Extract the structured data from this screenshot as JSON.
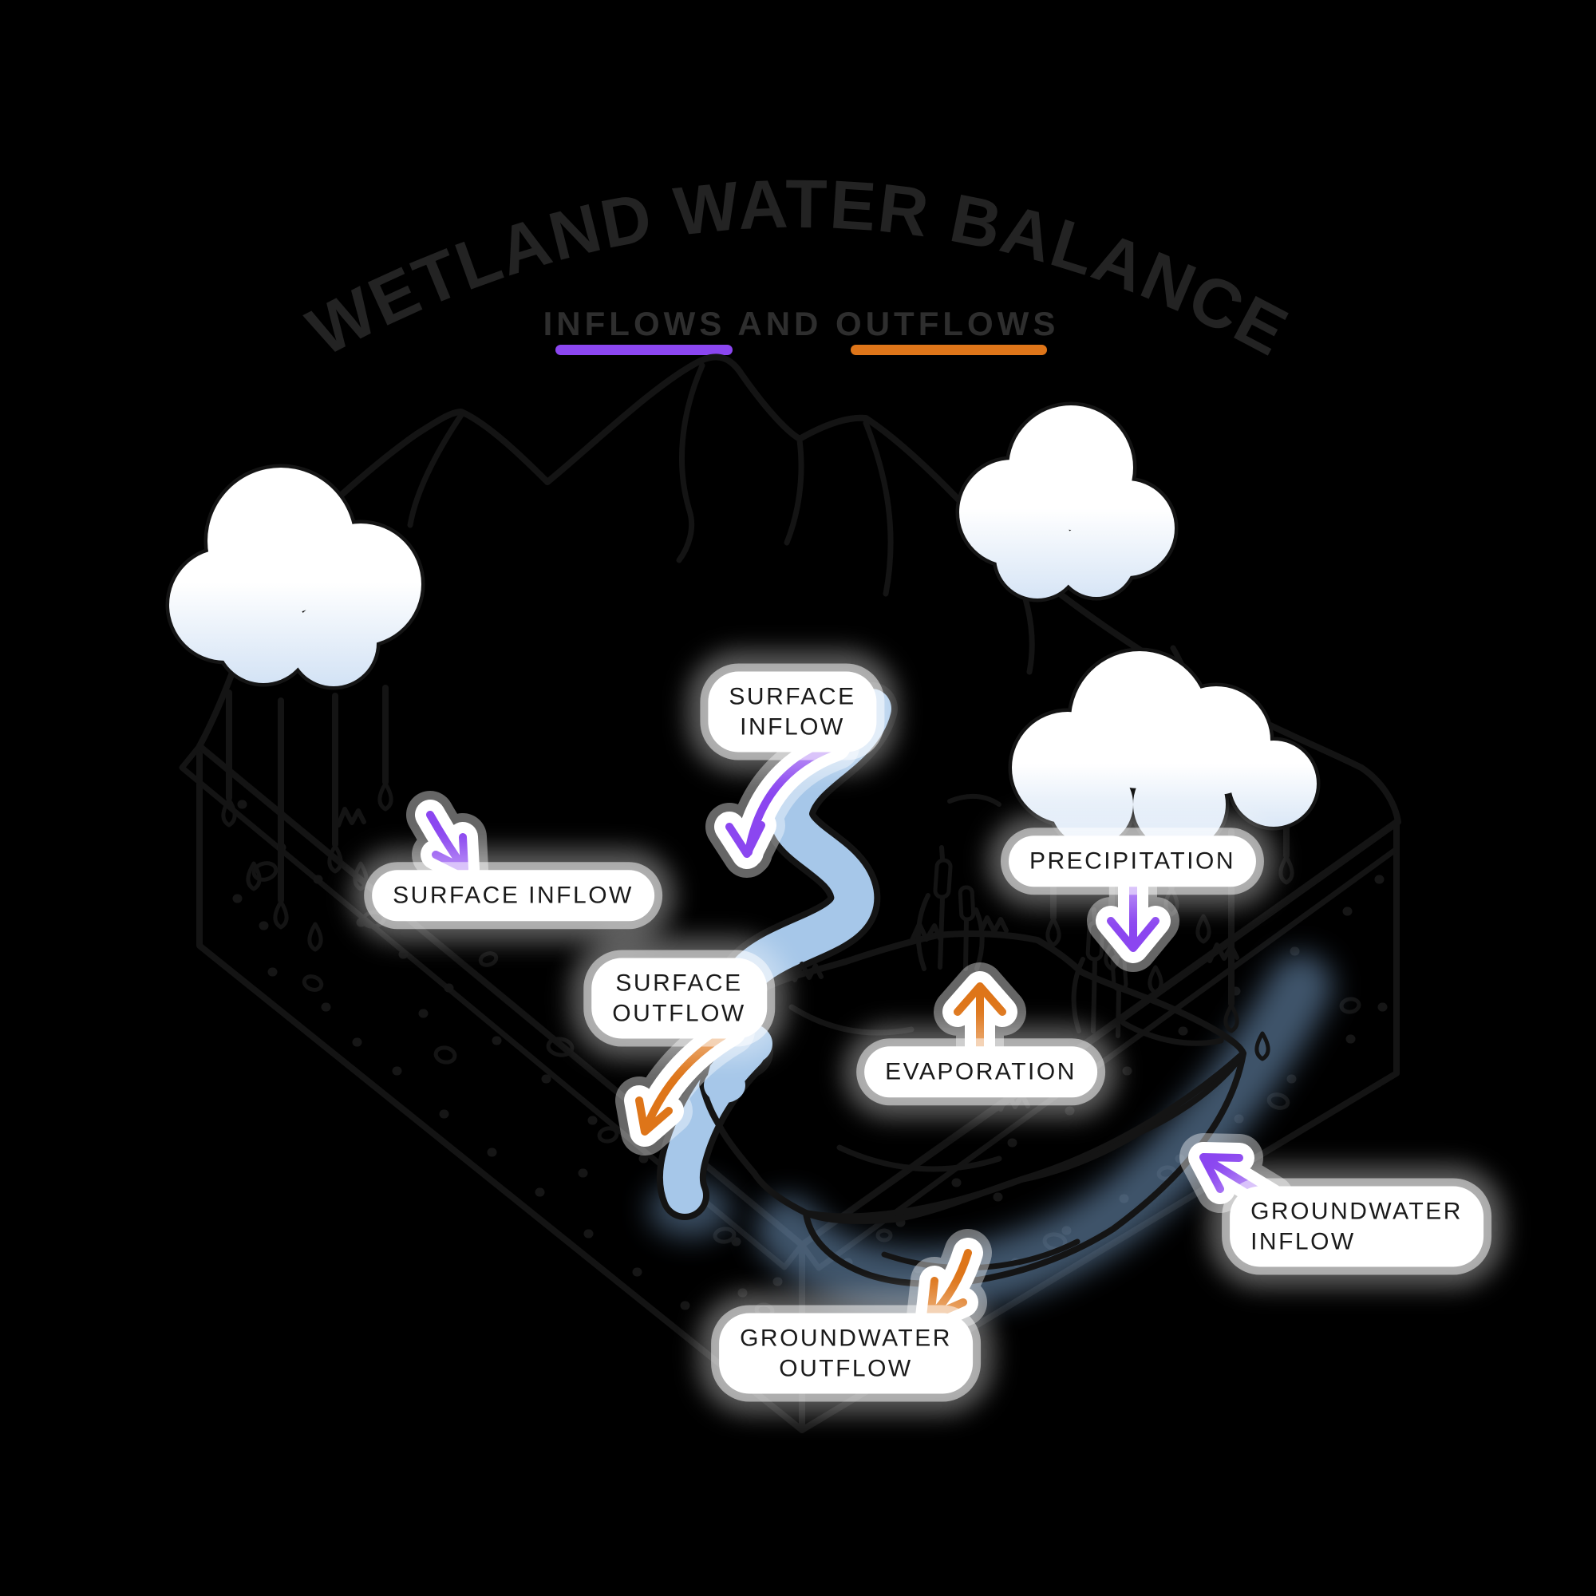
{
  "header": {
    "title": "WETLAND WATER BALANCE",
    "subtitle": "INFLOWS AND OUTFLOWS",
    "legend": {
      "inflows_underline_color": "#8B46F0",
      "outflows_underline_color": "#DE7519"
    }
  },
  "labels": {
    "surface_inflow_left": {
      "line1": "SURFACE INFLOW",
      "flow": "inflow"
    },
    "surface_inflow_mid": {
      "line1": "SURFACE",
      "line2": "INFLOW",
      "flow": "inflow"
    },
    "precipitation": {
      "line1": "PRECIPITATION",
      "flow": "inflow"
    },
    "surface_outflow": {
      "line1": "SURFACE",
      "line2": "OUTFLOW",
      "flow": "outflow"
    },
    "evaporation": {
      "line1": "EVAPORATION",
      "flow": "outflow"
    },
    "groundwater_inflow": {
      "line1": "GROUNDWATER",
      "line2": "INFLOW",
      "flow": "inflow"
    },
    "groundwater_outflow": {
      "line1": "GROUNDWATER",
      "line2": "OUTFLOW",
      "flow": "outflow"
    }
  },
  "colors": {
    "background": "#000000",
    "inflow_accent": "#8B46F0",
    "outflow_accent": "#DE7519",
    "title_text": "#232323",
    "label_text": "#1A1A1A",
    "label_pill": "#FFFFFF",
    "water": "#A6C7E9",
    "water_deep": "#5E8EC6",
    "groundwater_plume": "#7FA9D6",
    "grass_bright_edge": "#65BB33",
    "grass_dark_edge": "#4E9D2E",
    "soil": "#C9A471",
    "mountain_cream": "#EFE9CD",
    "cloud_shade": "#CFE0F4",
    "cattail_brown": "#B5813F"
  }
}
